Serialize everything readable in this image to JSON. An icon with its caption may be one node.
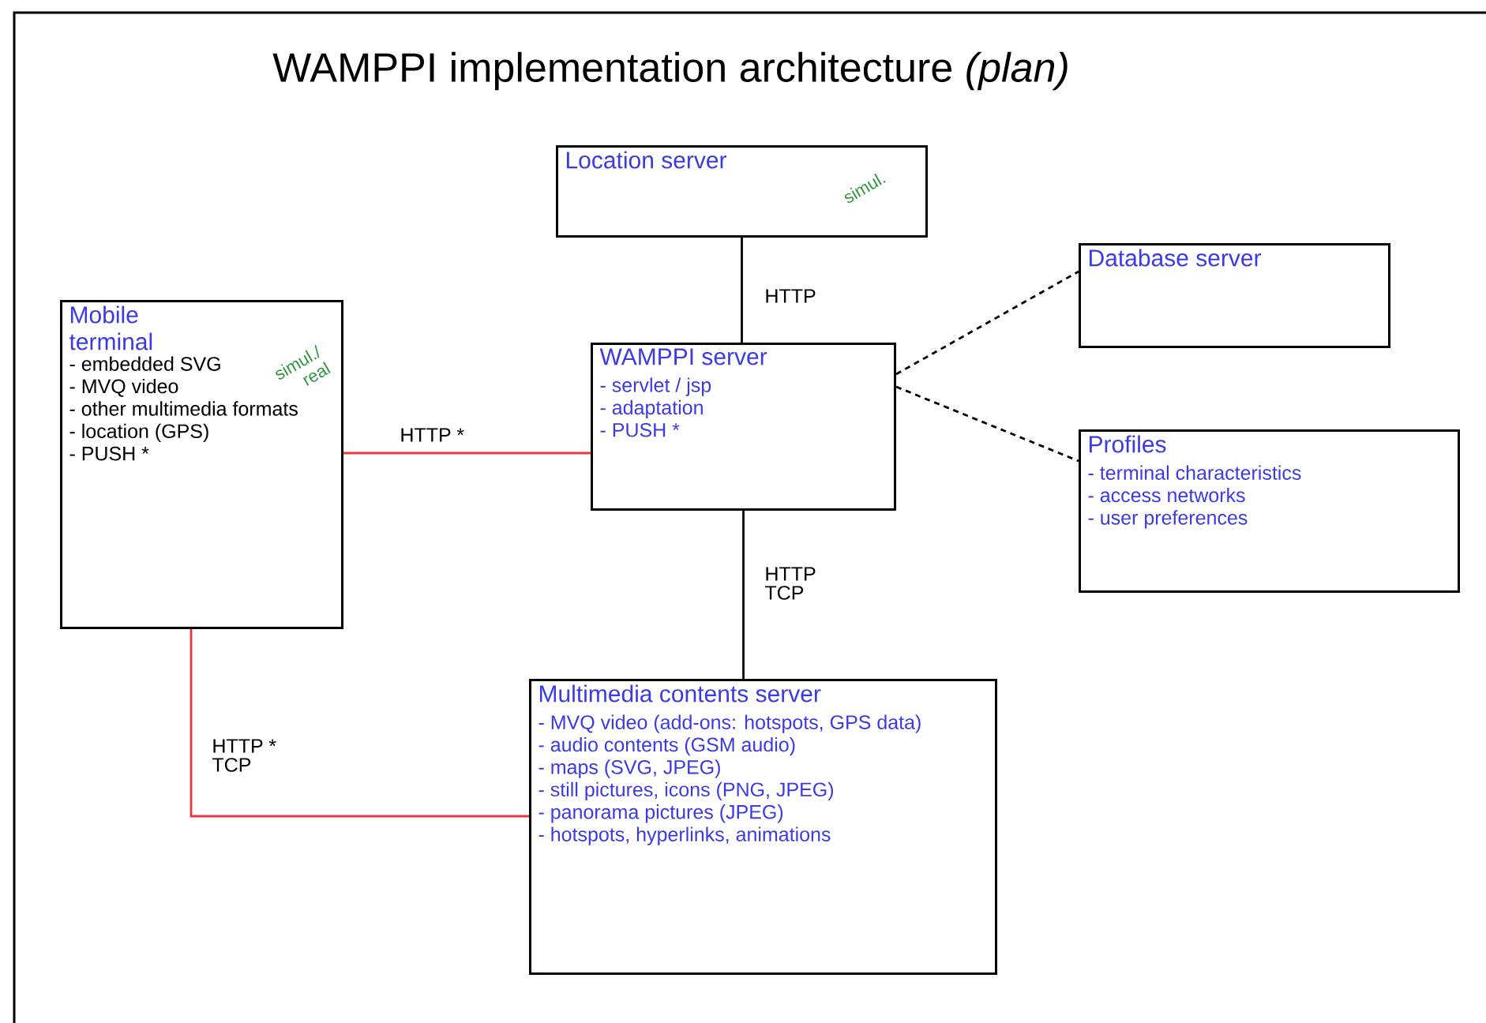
{
  "diagram": {
    "title": "WAMPPI implementation architecture *(plan)*",
    "nodes": [
      {
        "text": [
          "Location server",
          "simul."
        ]
      },
      {
        "text": [
          "Database server"
        ]
      },
      {
        "text": [
          "Mobile terminal",
          "simul./ real",
          "- embedded SVG",
          "- MVQ video",
          "- other multimedia formats",
          "- location (GPS)",
          "- PUSH *"
        ]
      },
      {
        "text": [
          "WAMPPI server",
          "- servlet / jsp",
          "- adaptation",
          "- PUSH *"
        ]
      },
      {
        "text": [
          "Profiles",
          "- terminal characteristics",
          "- access networks",
          "- user preferences"
        ]
      },
      {
        "text": [
          "Multimedia contents server",
          "- MVQ video (add-ons: hotspots, GPS data)",
          "- audio contents (GSM audio)",
          "- maps (SVG, JPEG)",
          "- still pictures, icons (PNG, JPEG)",
          "- panorama pictures (JPEG)",
          "- hotspots, hyperlinks, animations"
        ]
      }
    ],
    "edges": [
      {
        "from": 0,
        "to": 3,
        "arrow": "none",
        "label": "HTTP"
      },
      {
        "from": 2,
        "to": 3,
        "arrow": "none",
        "label": "HTTP *",
        "color": "#e8383d"
      },
      {
        "from": 3,
        "to": 1,
        "arrow": "none",
        "style": "dashed"
      },
      {
        "from": 3,
        "to": 4,
        "arrow": "none",
        "style": "dashed"
      },
      {
        "from": 3,
        "to": 5,
        "arrow": "none",
        "label": "HTTP TCP"
      },
      {
        "from": 2,
        "to": 5,
        "arrow": "none",
        "label": "HTTP * TCP",
        "color": "#e8383d"
      }
    ]
  }
}
